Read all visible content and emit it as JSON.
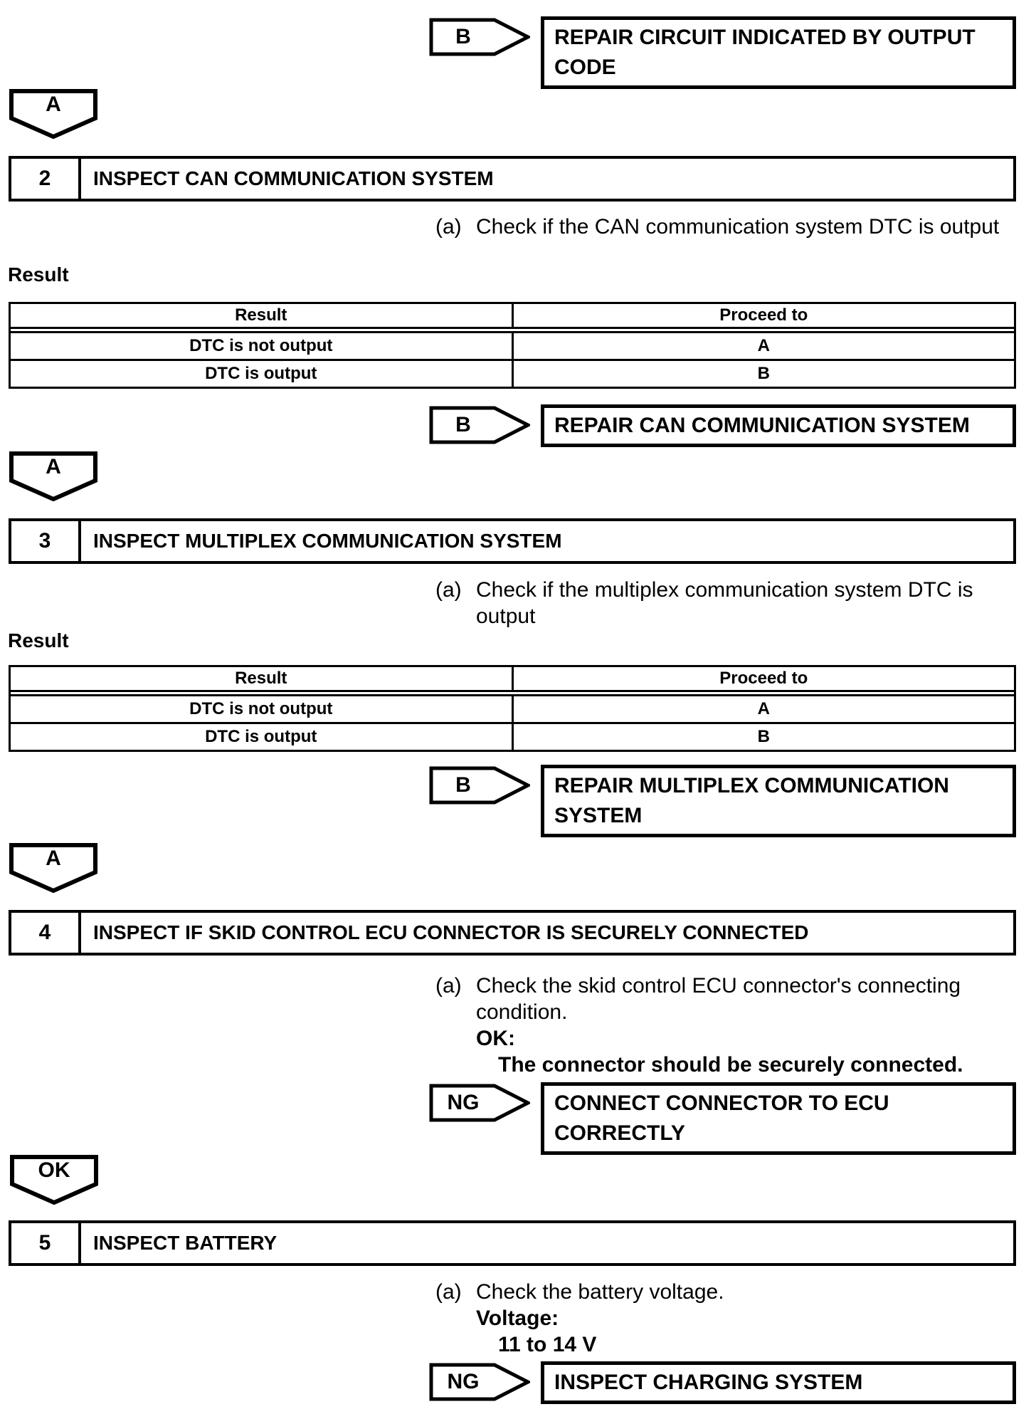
{
  "connectors": {
    "b_top": {
      "label": "B",
      "lines": [
        "REPAIR CIRCUIT INDICATED BY OUTPUT",
        "CODE"
      ]
    },
    "a1": {
      "label": "A"
    },
    "b_can": {
      "label": "B",
      "lines": [
        "REPAIR CAN COMMUNICATION SYSTEM"
      ]
    },
    "a2": {
      "label": "A"
    },
    "b_mpx": {
      "label": "B",
      "lines": [
        "REPAIR MULTIPLEX COMMUNICATION",
        "SYSTEM"
      ]
    },
    "a3": {
      "label": "A"
    },
    "ng_connector": {
      "label": "NG",
      "lines": [
        "CONNECT CONNECTOR TO ECU",
        "CORRECTLY"
      ]
    },
    "ok": {
      "label": "OK"
    },
    "ng_battery": {
      "label": "NG",
      "lines": [
        "INSPECT CHARGING SYSTEM"
      ]
    }
  },
  "steps": {
    "step2": {
      "number": "2",
      "title": "INSPECT CAN COMMUNICATION SYSTEM",
      "marker": "(a)",
      "instruction": "Check if the CAN communication system DTC is output",
      "result_label": "Result",
      "table": {
        "headers": [
          "Result",
          "Proceed to"
        ],
        "rows": [
          [
            "DTC is not output",
            "A"
          ],
          [
            "DTC is output",
            "B"
          ]
        ]
      }
    },
    "step3": {
      "number": "3",
      "title": "INSPECT MULTIPLEX COMMUNICATION SYSTEM",
      "marker": "(a)",
      "instruction": "Check if the multiplex communication system DTC is output",
      "result_label": "Result",
      "table": {
        "headers": [
          "Result",
          "Proceed to"
        ],
        "rows": [
          [
            "DTC is not output",
            "A"
          ],
          [
            "DTC is output",
            "B"
          ]
        ]
      }
    },
    "step4": {
      "number": "4",
      "title": "INSPECT IF SKID CONTROL ECU CONNECTOR IS SECURELY CONNECTED",
      "marker": "(a)",
      "instruction": "Check the skid control ECU connector's connecting condition.",
      "ok_label": "OK:",
      "ok_requirement": "The connector should be securely connected."
    },
    "step5": {
      "number": "5",
      "title": "INSPECT BATTERY",
      "marker": "(a)",
      "instruction": "Check the battery voltage.",
      "spec_label": "Voltage:",
      "spec_value": "11 to 14 V"
    }
  }
}
